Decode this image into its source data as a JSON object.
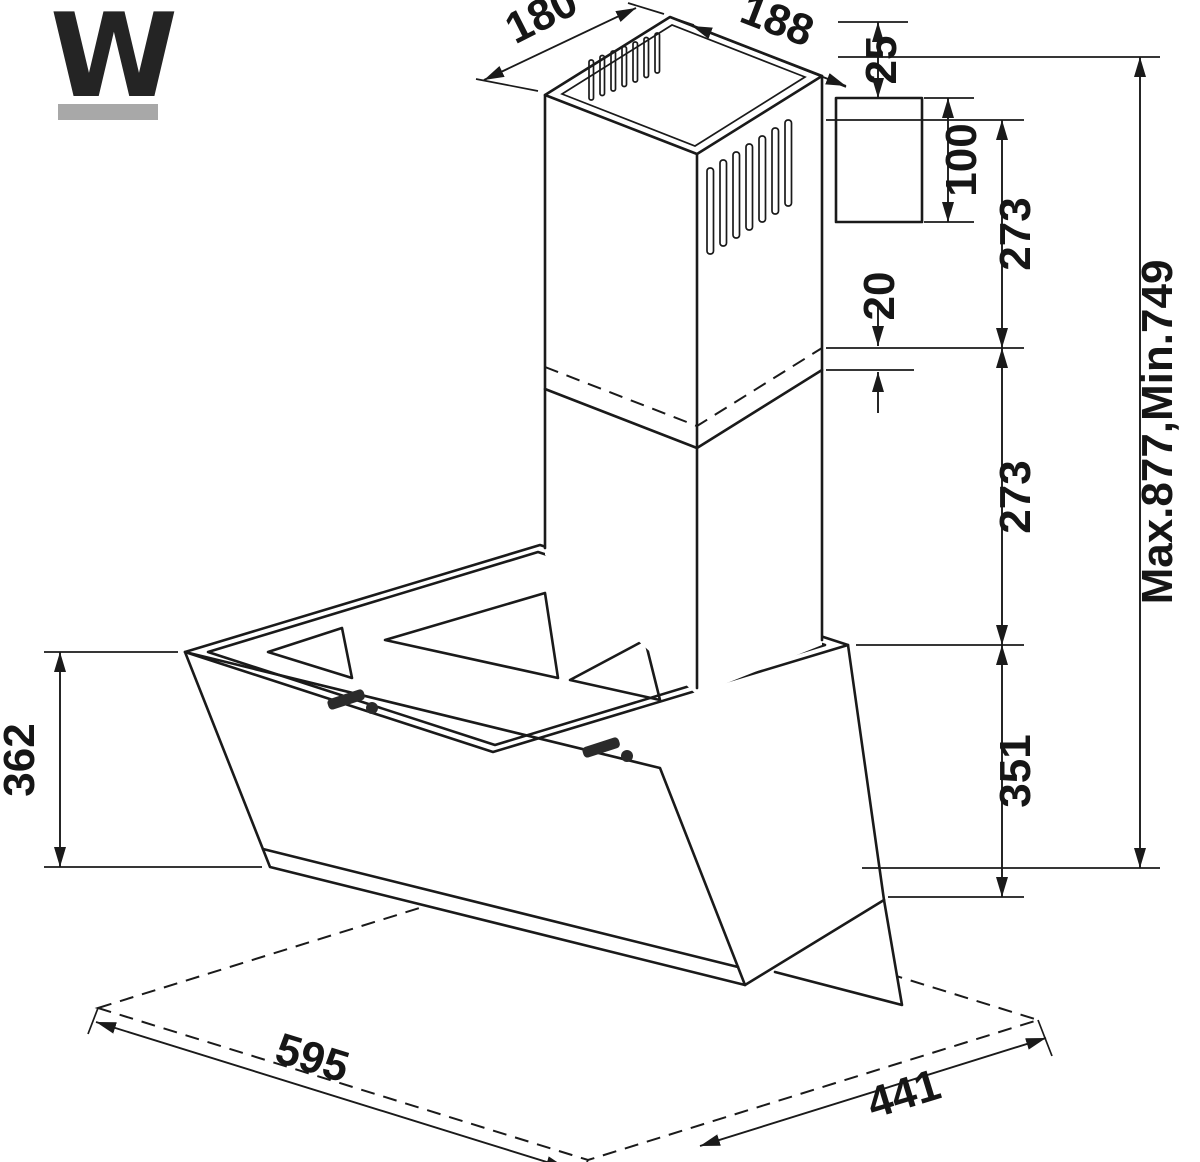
{
  "logo": {
    "letter": "W",
    "underline_color": "#a8a8a8"
  },
  "drawing": {
    "type": "technical dimension drawing",
    "subject": "wall-mounted angled cooker hood with telescopic chimney",
    "units": "mm",
    "stroke_color": "#1a1a1a",
    "dim_labels": {
      "top_depth": "180",
      "top_width": "188",
      "outlet_top_offset": "25",
      "outlet_height": "100",
      "upper_duct_height": "273",
      "duct_overlap": "20",
      "lower_duct_height": "273",
      "body_height": "351",
      "front_panel_height": "362",
      "width": "595",
      "depth": "441",
      "overall_height": "Max.877,Min.749"
    }
  }
}
